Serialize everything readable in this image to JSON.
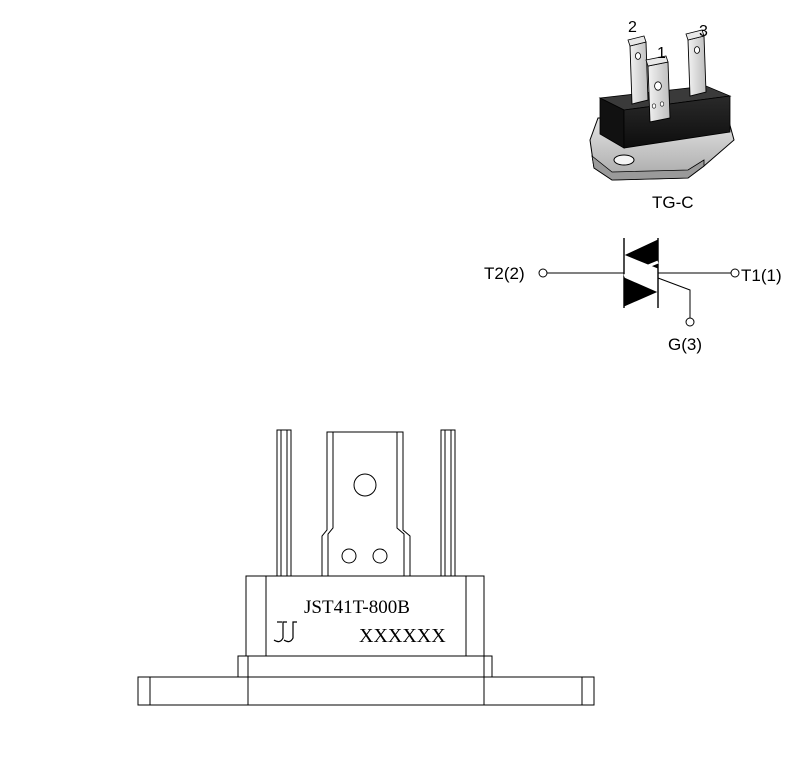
{
  "package": {
    "name": "TG-C",
    "pins": {
      "pin1": "1",
      "pin2": "2",
      "pin3": "3"
    }
  },
  "symbol": {
    "t2": "T2(2)",
    "t1": "T1(1)",
    "gate": "G(3)"
  },
  "marking": {
    "part_number": "JST41T-800B",
    "lot_code": "XXXXXX",
    "logo_text": "JJ"
  },
  "colors": {
    "line": "#000000",
    "body_dark": "#1a1a1a",
    "metal_light": "#dcdcdc",
    "metal_mid": "#b4b4b4",
    "background": "#ffffff"
  }
}
